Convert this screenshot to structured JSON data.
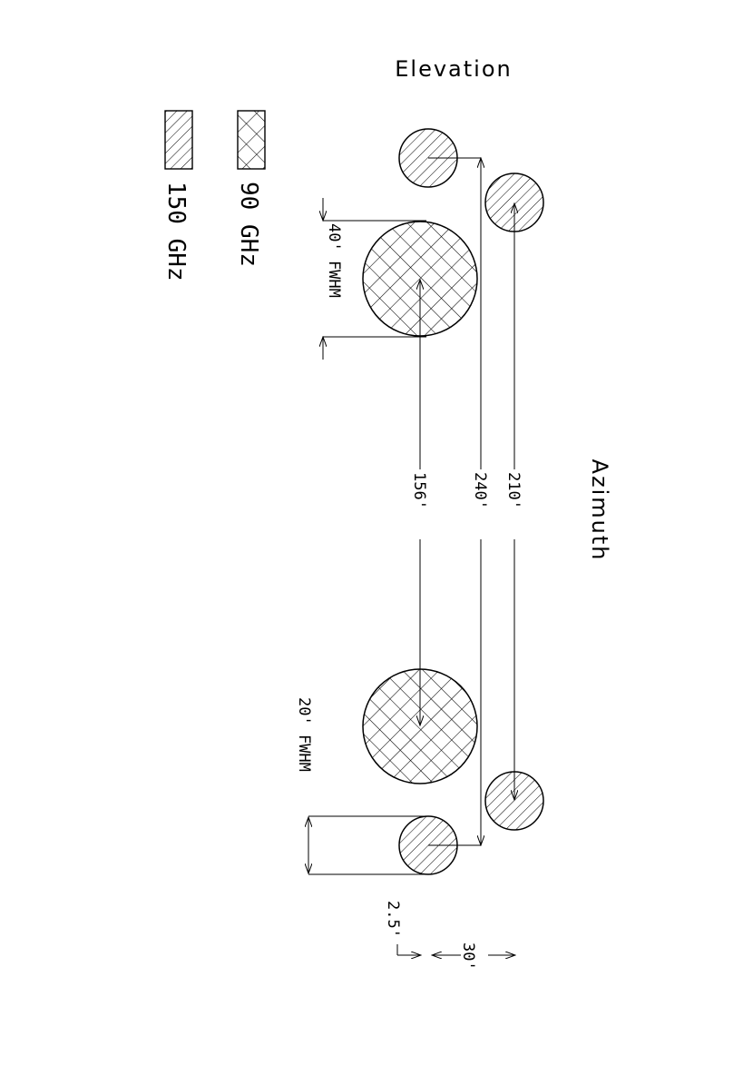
{
  "headings": {
    "elevation": "Elevation",
    "azimuth": "Azimuth"
  },
  "legend": [
    {
      "label": "90 GHz",
      "pattern": "crosshatch"
    },
    {
      "label": "150 GHz",
      "pattern": "diagonal-hatch"
    }
  ],
  "dimensions": {
    "fwhm_40": "40' FWHM",
    "fwhm_20": "20' FWHM",
    "sep_156": "156'",
    "sep_240": "240'",
    "sep_210": "210'",
    "scale_30": "30'",
    "scale_2_5": "2.5'"
  },
  "colors": {
    "ink": "#000000",
    "background": "#ffffff"
  }
}
